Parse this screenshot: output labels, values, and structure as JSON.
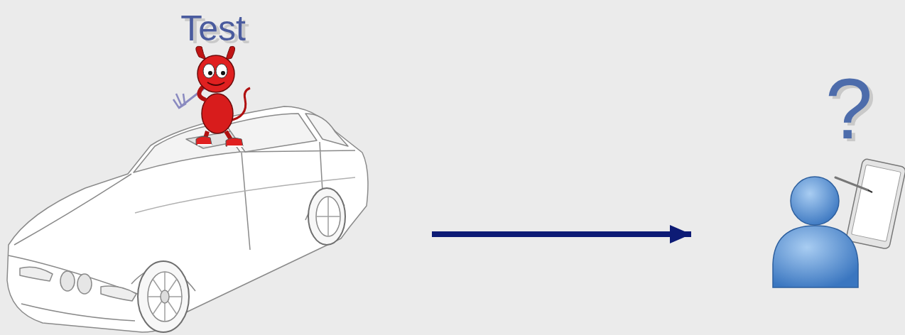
{
  "diagram": {
    "nodes": [
      {
        "text": [
          "Test"
        ]
      },
      {
        "text": [
          "?"
        ]
      }
    ],
    "edges": [
      {
        "from": 0,
        "to": 1,
        "arrow": "to"
      }
    ]
  }
}
